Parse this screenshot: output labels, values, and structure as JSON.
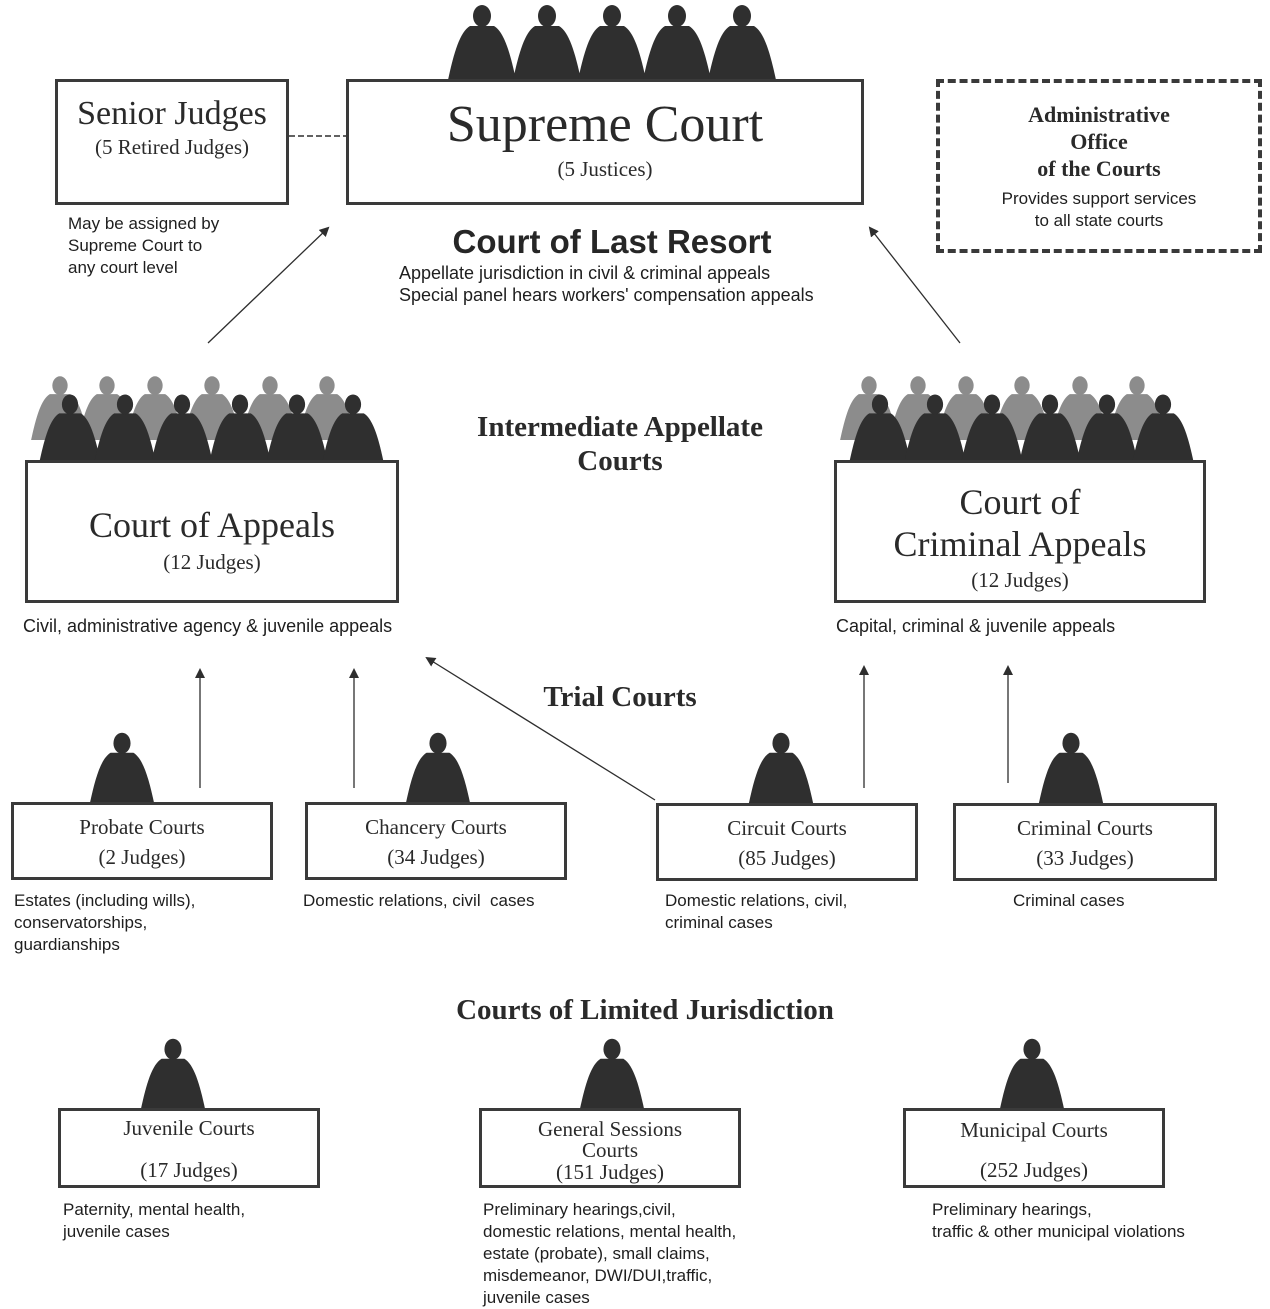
{
  "senior_judges": {
    "name": "Senior Judges",
    "count": "(5 Retired Judges)",
    "note": [
      "May be assigned by",
      "Supreme Court to",
      "any court level"
    ]
  },
  "supreme_court": {
    "name": "Supreme Court",
    "count": "(5 Justices)",
    "tier_label": "Court of Last Resort",
    "desc": [
      "Appellate jurisdiction in civil & criminal appeals",
      "Special panel hears workers' compensation appeals"
    ]
  },
  "admin_office": {
    "name": [
      "Administrative",
      "Office",
      "of the Courts"
    ],
    "desc": [
      "Provides support services",
      "to all state courts"
    ]
  },
  "intermediate": {
    "heading": [
      "Intermediate Appellate",
      "Courts"
    ],
    "court_of_appeals": {
      "name": "Court of Appeals",
      "count": "(12 Judges)",
      "desc": "Civil, administrative agency & juvenile appeals"
    },
    "criminal_appeals": {
      "name": [
        "Court of",
        "Criminal Appeals"
      ],
      "count": "(12 Judges)",
      "desc": "Capital, criminal & juvenile appeals"
    }
  },
  "trial": {
    "heading": "Trial Courts",
    "probate": {
      "name": "Probate Courts",
      "count": "(2 Judges)",
      "desc": [
        "Estates (including wills),",
        "conservatorships,",
        "guardianships"
      ]
    },
    "chancery": {
      "name": "Chancery Courts",
      "count": "(34 Judges)",
      "desc": [
        "Domestic relations, civil  cases"
      ]
    },
    "circuit": {
      "name": "Circuit Courts",
      "count": "(85 Judges)",
      "desc": [
        "Domestic relations, civil,",
        "criminal cases"
      ]
    },
    "criminal": {
      "name": "Criminal Courts",
      "count": "(33 Judges)",
      "desc": [
        "Criminal cases"
      ]
    }
  },
  "limited": {
    "heading": "Courts of Limited Jurisdiction",
    "juvenile": {
      "name": "Juvenile Courts",
      "count": "(17 Judges)",
      "desc": [
        "Paternity, mental health,",
        "juvenile cases"
      ]
    },
    "general_sessions": {
      "name": [
        "General Sessions",
        "Courts"
      ],
      "count": "(151 Judges)",
      "desc": [
        "Preliminary hearings,civil,",
        "domestic relations, mental health,",
        "estate (probate), small claims,",
        "misdemeanor, DWI/DUI,traffic,",
        "juvenile cases"
      ]
    },
    "municipal": {
      "name": "Municipal Courts",
      "count": "(252 Judges)",
      "desc": [
        "Preliminary hearings,",
        "traffic & other municipal violations"
      ]
    }
  },
  "colors": {
    "ink": "#2e2e2e",
    "judge_dark": "#2f2f2f",
    "judge_light": "#8c8c8c",
    "border": "#3a3a3a"
  }
}
